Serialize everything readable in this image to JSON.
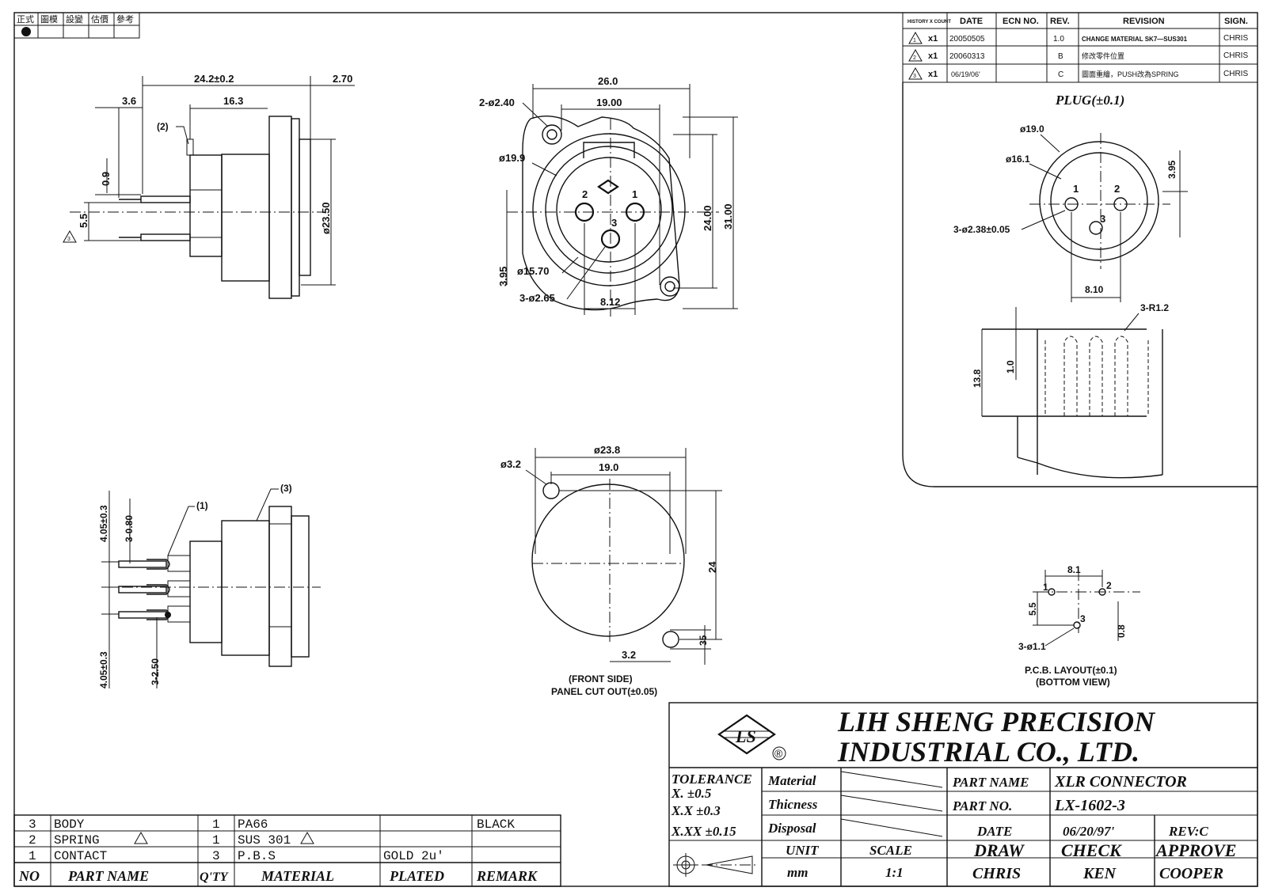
{
  "header_stamp": {
    "labels": [
      "正式",
      "圖模",
      "設變",
      "估價",
      "參考"
    ]
  },
  "revision_table": {
    "headers": [
      "HISTORY X COUNT",
      "DATE",
      "ECN NO.",
      "REV.",
      "REVISION",
      "SIGN."
    ],
    "rows": [
      {
        "mark": "1",
        "count": "x1",
        "date": "20050505",
        "ecn": "",
        "rev": "1.0",
        "revision": "CHANGE MATERIAL SK7—SUS301",
        "sign": "CHRIS"
      },
      {
        "mark": "2",
        "count": "x1",
        "date": "20060313",
        "ecn": "",
        "rev": "B",
        "revision": "修改零件位置",
        "sign": "CHRIS"
      },
      {
        "mark": "3",
        "count": "x1",
        "date": "06/19/06'",
        "ecn": "",
        "rev": "C",
        "revision": "圖面重繪，PUSH改為SPRING",
        "sign": "CHRIS"
      }
    ]
  },
  "side_view": {
    "dims": [
      "24.2±0.2",
      "2.70",
      "3.6",
      "16.3",
      "0.9",
      "5.5",
      "ø23.50"
    ],
    "callout_2": "(2)",
    "rev_mark": "3"
  },
  "front_view": {
    "dims": [
      "26.0",
      "2-ø2.40",
      "19.00",
      "ø19.9",
      "24.00",
      "31.00",
      "3.95",
      "ø15.70",
      "3-ø2.65",
      "8.12"
    ],
    "pins": [
      "1",
      "2",
      "3"
    ]
  },
  "plug_view": {
    "title": "PLUG(±0.1)",
    "dims": [
      "ø19.0",
      "ø16.1",
      "3.95",
      "3-ø2.38±0.05",
      "8.10"
    ],
    "pins": [
      "1",
      "2",
      "3"
    ],
    "detail_dims": [
      "3-R1.2",
      "13.8",
      "1.0"
    ]
  },
  "section_view": {
    "dims": [
      "4.05±0.3",
      "3-0.80",
      "4.05±0.3",
      "3-2.50"
    ],
    "callouts": [
      "(1)",
      "(3)"
    ]
  },
  "panel_cutout": {
    "dims": [
      "ø23.8",
      "ø3.2",
      "19.0",
      "24",
      "35",
      "3.2"
    ],
    "caption_1": "(FRONT SIDE)",
    "caption_2": "PANEL CUT OUT(±0.05)"
  },
  "pcb_layout": {
    "dims": [
      "8.1",
      "5.5",
      "0.8",
      "3-ø1.1"
    ],
    "pins": [
      "1",
      "2",
      "3"
    ],
    "caption_1": "P.C.B. LAYOUT(±0.1)",
    "caption_2": "(BOTTOM VIEW)"
  },
  "bom": {
    "headers": [
      "NO",
      "PART NAME",
      "Q'TY",
      "MATERIAL",
      "PLATED",
      "REMARK"
    ],
    "rows": [
      {
        "no": "3",
        "name": "BODY",
        "qty": "1",
        "material": "PA66",
        "plated": "",
        "remark": "BLACK"
      },
      {
        "no": "2",
        "name": "SPRING",
        "qty": "1",
        "material": "SUS 301",
        "plated": "",
        "remark": ""
      },
      {
        "no": "1",
        "name": "CONTACT",
        "qty": "3",
        "material": "P.B.S",
        "plated": "GOLD 2u'",
        "remark": ""
      }
    ]
  },
  "title_block": {
    "company_line1": "LIH SHENG PRECISION",
    "company_line2": "INDUSTRIAL CO., LTD.",
    "logo_text": "LS",
    "registered": "®",
    "tolerance_label": "TOLERANCE",
    "tol_x": "X.     ±0.5",
    "tol_xx": "X.X    ±0.3",
    "tol_xxx": "X.XX  ±0.15",
    "material_label": "Material",
    "thickness_label": "Thicness",
    "disposal_label": "Disposal",
    "part_name_label": "PART NAME",
    "part_name": "XLR CONNECTOR",
    "part_no_label": "PART NO.",
    "part_no": "LX-1602-3",
    "date_label": "DATE",
    "date": "06/20/97'",
    "rev": "REV:C",
    "unit_label": "UNIT",
    "unit": "mm",
    "scale_label": "SCALE",
    "scale": "1:1",
    "draw_label": "DRAW",
    "draw": "CHRIS",
    "check_label": "CHECK",
    "check": "KEN",
    "approve_label": "APPROVE",
    "approve": "COOPER"
  }
}
